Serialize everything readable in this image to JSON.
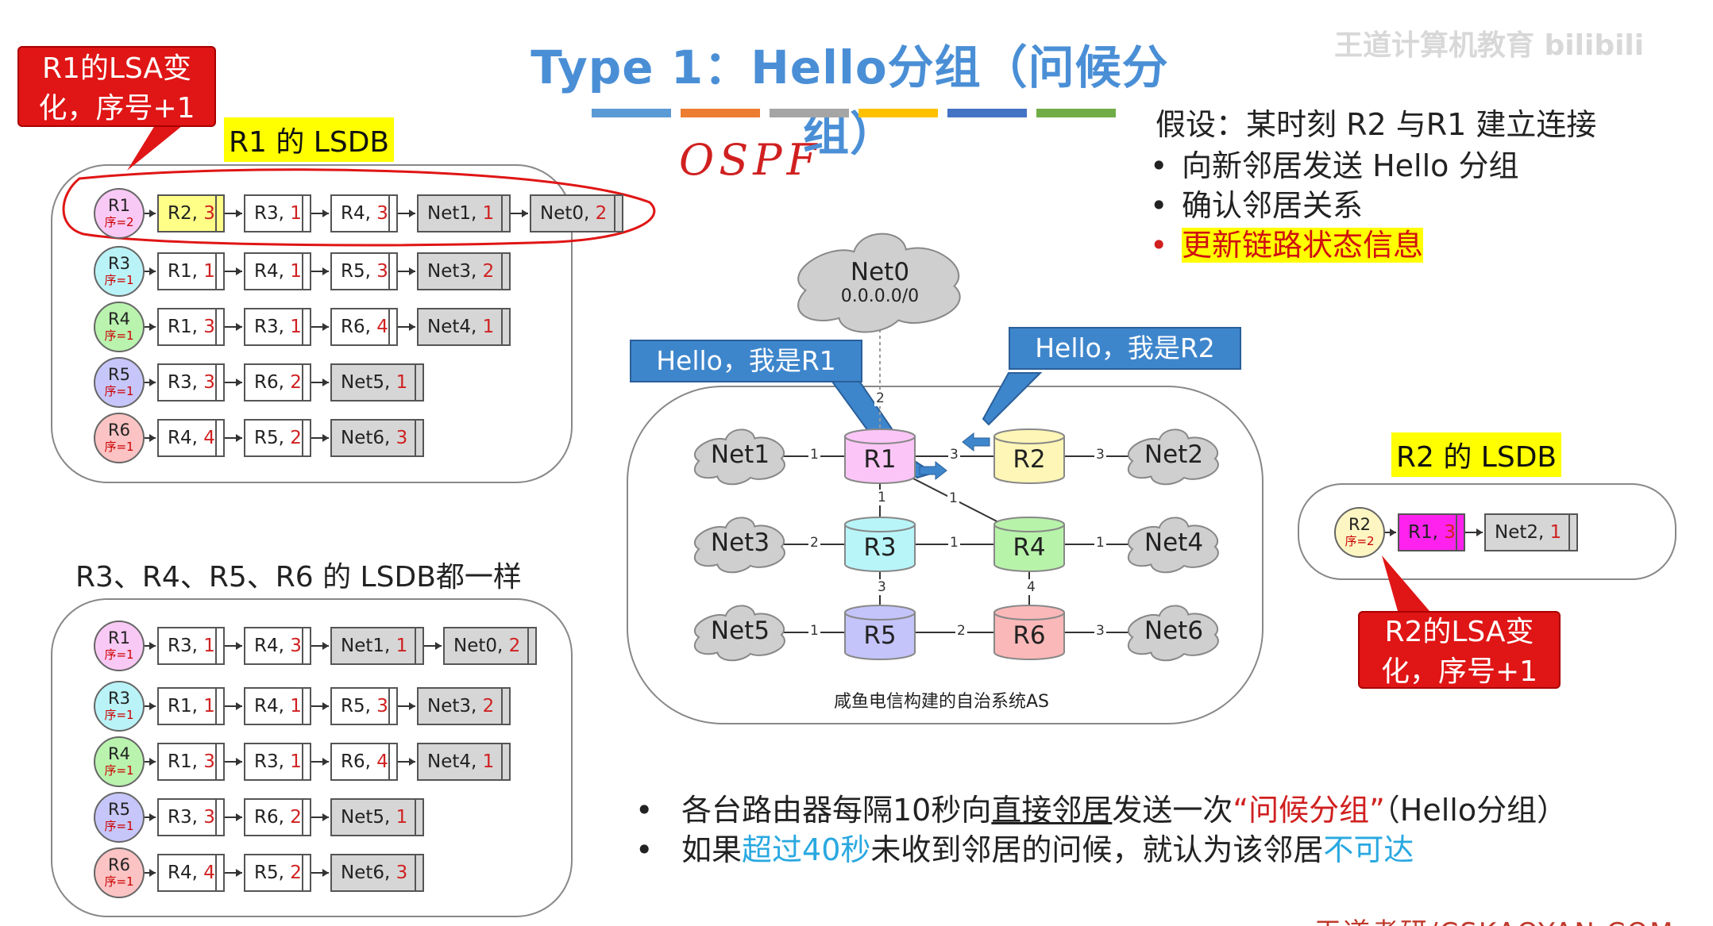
{
  "title": "Type 1：Hello分组（问候分组）",
  "handwriting": "OSPF",
  "watermark": "王道计算机教育  bilibili",
  "footer": "王道考研/CSKAOYAN.COM",
  "color_bar": [
    "#5b9bd5",
    "#ed7d31",
    "#a5a5a5",
    "#ffc000",
    "#4472c4",
    "#70ad47"
  ],
  "callout_r1": "R1的LSA变化，序号+1",
  "callout_r2": "R2的LSA变化，序号+1",
  "lsdb_r1_label": "R1 的 LSDB",
  "lsdb_r2_label": "R2 的 LSDB",
  "others_label": "R3、R4、R5、R6 的 LSDB都一样",
  "lsdb_top": [
    {
      "router": "R1",
      "seq": "序=2",
      "color": "#f9c9f5",
      "links": [
        {
          "t": "R2, ",
          "c": "3",
          "kind": "hl"
        },
        {
          "t": "R3, ",
          "c": "1",
          "kind": "rt"
        },
        {
          "t": "R4, ",
          "c": "3",
          "kind": "rt"
        },
        {
          "t": "Net1, ",
          "c": "1",
          "kind": "nt"
        },
        {
          "t": "Net0, ",
          "c": "2",
          "kind": "nt"
        }
      ]
    },
    {
      "router": "R3",
      "seq": "序=1",
      "color": "#b9f3f7",
      "links": [
        {
          "t": "R1, ",
          "c": "1",
          "kind": "rt"
        },
        {
          "t": "R4, ",
          "c": "1",
          "kind": "rt"
        },
        {
          "t": "R5, ",
          "c": "3",
          "kind": "rt"
        },
        {
          "t": "Net3, ",
          "c": "2",
          "kind": "nt"
        }
      ]
    },
    {
      "router": "R4",
      "seq": "序=1",
      "color": "#b9f3ae",
      "links": [
        {
          "t": "R1, ",
          "c": "3",
          "kind": "rt"
        },
        {
          "t": "R3, ",
          "c": "1",
          "kind": "rt"
        },
        {
          "t": "R6, ",
          "c": "4",
          "kind": "rt"
        },
        {
          "t": "Net4, ",
          "c": "1",
          "kind": "nt"
        }
      ]
    },
    {
      "router": "R5",
      "seq": "序=1",
      "color": "#c6c6fa",
      "links": [
        {
          "t": "R3, ",
          "c": "3",
          "kind": "rt"
        },
        {
          "t": "R6, ",
          "c": "2",
          "kind": "rt"
        },
        {
          "t": "Net5, ",
          "c": "1",
          "kind": "nt"
        }
      ]
    },
    {
      "router": "R6",
      "seq": "序=1",
      "color": "#fbc3c3",
      "links": [
        {
          "t": "R4, ",
          "c": "4",
          "kind": "rt"
        },
        {
          "t": "R5, ",
          "c": "2",
          "kind": "rt"
        },
        {
          "t": "Net6, ",
          "c": "3",
          "kind": "nt"
        }
      ]
    }
  ],
  "lsdb_bottom": [
    {
      "router": "R1",
      "seq": "序=1",
      "color": "#f9c9f5",
      "links": [
        {
          "t": "R3, ",
          "c": "1",
          "kind": "rt"
        },
        {
          "t": "R4, ",
          "c": "3",
          "kind": "rt"
        },
        {
          "t": "Net1, ",
          "c": "1",
          "kind": "nt"
        },
        {
          "t": "Net0, ",
          "c": "2",
          "kind": "nt"
        }
      ]
    },
    {
      "router": "R3",
      "seq": "序=1",
      "color": "#b9f3f7",
      "links": [
        {
          "t": "R1, ",
          "c": "1",
          "kind": "rt"
        },
        {
          "t": "R4, ",
          "c": "1",
          "kind": "rt"
        },
        {
          "t": "R5, ",
          "c": "3",
          "kind": "rt"
        },
        {
          "t": "Net3, ",
          "c": "2",
          "kind": "nt"
        }
      ]
    },
    {
      "router": "R4",
      "seq": "序=1",
      "color": "#b9f3ae",
      "links": [
        {
          "t": "R1, ",
          "c": "3",
          "kind": "rt"
        },
        {
          "t": "R3, ",
          "c": "1",
          "kind": "rt"
        },
        {
          "t": "R6, ",
          "c": "4",
          "kind": "rt"
        },
        {
          "t": "Net4, ",
          "c": "1",
          "kind": "nt"
        }
      ]
    },
    {
      "router": "R5",
      "seq": "序=1",
      "color": "#c6c6fa",
      "links": [
        {
          "t": "R3, ",
          "c": "3",
          "kind": "rt"
        },
        {
          "t": "R6, ",
          "c": "2",
          "kind": "rt"
        },
        {
          "t": "Net5, ",
          "c": "1",
          "kind": "nt"
        }
      ]
    },
    {
      "router": "R6",
      "seq": "序=1",
      "color": "#fbc3c3",
      "links": [
        {
          "t": "R4, ",
          "c": "4",
          "kind": "rt"
        },
        {
          "t": "R5, ",
          "c": "2",
          "kind": "rt"
        },
        {
          "t": "Net6, ",
          "c": "3",
          "kind": "nt"
        }
      ]
    }
  ],
  "lsdb_r2": {
    "router": "R2",
    "seq": "序=2",
    "color": "#fdf6c3",
    "links": [
      {
        "t": "R1, ",
        "c": "3",
        "kind": "pk"
      },
      {
        "t": "Net2, ",
        "c": "1",
        "kind": "nt"
      }
    ]
  },
  "network": {
    "net0_name": "Net0",
    "net0_addr": "0.0.0.0/0",
    "clouds": [
      "Net1",
      "Net2",
      "Net3",
      "Net4",
      "Net5",
      "Net6"
    ],
    "routers": [
      {
        "name": "R1",
        "color": "#fbc6f7"
      },
      {
        "name": "R2",
        "color": "#fdf6b6"
      },
      {
        "name": "R3",
        "color": "#b8f5f9"
      },
      {
        "name": "R4",
        "color": "#b8f3aa"
      },
      {
        "name": "R5",
        "color": "#c4c4fb"
      },
      {
        "name": "R6",
        "color": "#fbb8b8"
      }
    ],
    "costs": [
      "2",
      "1",
      "3",
      "1",
      "1",
      "3",
      "2",
      "1",
      "1",
      "3",
      "4",
      "1",
      "2",
      "3"
    ],
    "caption": "咸鱼电信构建的自治系统AS",
    "hello_r1": "Hello，我是R1",
    "hello_r2": "Hello，我是R2"
  },
  "assume": "假设：某时刻 R2 与R1 建立连接",
  "steps": [
    "向新邻居发送 Hello 分组",
    "确认邻居关系",
    "更新链路状态信息"
  ],
  "bottom1": {
    "a": "各台路由器每隔10秒向",
    "b": "直接邻居",
    "c": "发送一次",
    "d": "“问候分组”",
    "e": "（Hello分组）"
  },
  "bottom2": {
    "a": "如果",
    "b": "超过40秒",
    "c": "未收到邻居的问候，就认为该邻居",
    "d": "不可达"
  }
}
